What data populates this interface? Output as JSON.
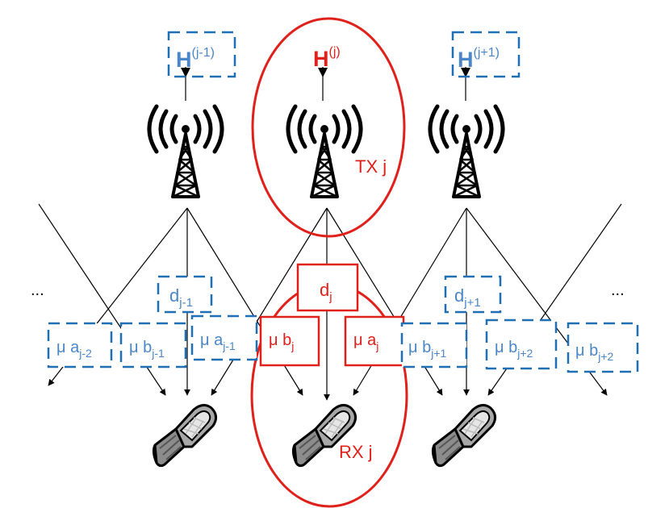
{
  "colors": {
    "blue": "#4a86c8",
    "dashed_blue": "#1f6fb5",
    "red": "#e0201b",
    "black": "#000000"
  },
  "channels": {
    "left": {
      "base": "H",
      "sup": "(j-1)"
    },
    "center": {
      "base": "H",
      "sup": "(j)"
    },
    "right": {
      "base": "H",
      "sup": "(j+1)"
    }
  },
  "tx_label": "TX j",
  "rx_label": "RX j",
  "ellipsis_left": "...",
  "ellipsis_right": "...",
  "d_boxes": {
    "left": {
      "base": "d",
      "sub": "j-1"
    },
    "center": {
      "base": "d",
      "sub": "j"
    },
    "right": {
      "base": "d",
      "sub": "j+1"
    }
  },
  "mu_boxes": [
    {
      "prefix": "μ a",
      "sub": "j-2"
    },
    {
      "prefix": "μ b",
      "sub": "j-1"
    },
    {
      "prefix": "μ a",
      "sub": "j-1"
    },
    {
      "prefix": "μ b",
      "sub": "j"
    },
    {
      "prefix": "μ a",
      "sub": "j"
    },
    {
      "prefix": "μ b",
      "sub": "j+1"
    },
    {
      "prefix": "μ b",
      "sub": "j+2"
    },
    {
      "prefix": "μ b",
      "sub": "j+2"
    }
  ],
  "icons": [
    "antenna-tower-icon",
    "mobile-phone-icon"
  ]
}
